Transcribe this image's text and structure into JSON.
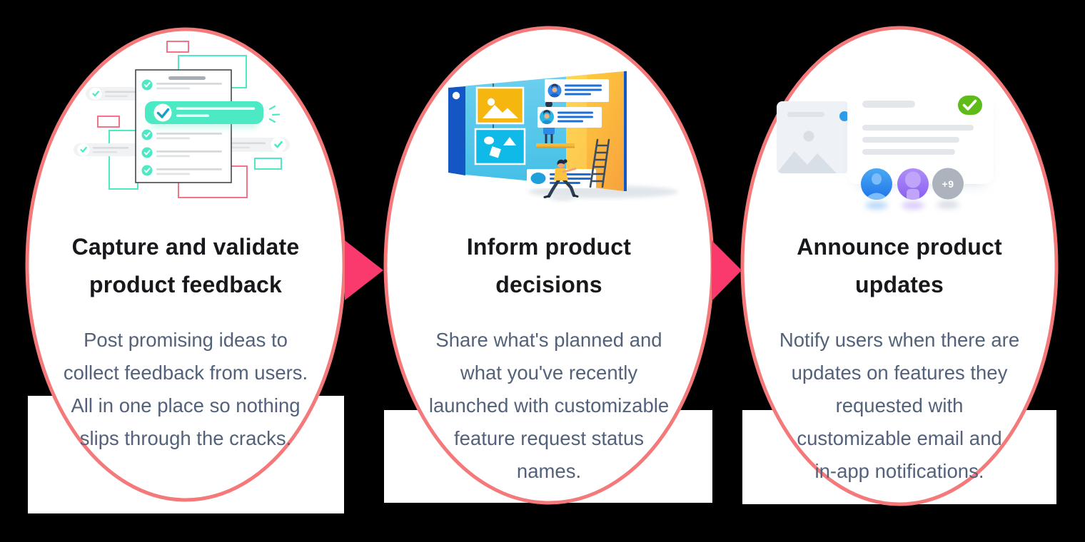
{
  "panel": {
    "background": "#000000",
    "card_fill": "#ffffff",
    "card_border_color": "#f4797b",
    "arrow_color": "#fa3a6d",
    "heading_color": "#17181c",
    "body_color": "#53627a",
    "mint_accent": "#4be9c4",
    "teal_check": "#189fc6",
    "green_badge": "#5fbb1a"
  },
  "cards": [
    {
      "heading": "Capture and validate\nproduct feedback",
      "body": "Post promising ideas to\ncollect feedback from users.\nAll in one place so nothing\nslips through the cracks.",
      "illustration": "checklist-with-checked-ideas"
    },
    {
      "heading": "Inform product\ndecisions",
      "body": "Share what's planned and\nwhat you've recently\nlaunched with customizable\nfeature request status\nnames.",
      "illustration": "roadmap-billboard-with-people"
    },
    {
      "heading": "Announce product\nupdates",
      "body": "Notify users when there are\nupdates on features they\nrequested with\ncustomizable email and\nin-app notifications.",
      "illustration": "release-note-card-with-avatars",
      "avatar_overflow_label": "+9"
    }
  ]
}
